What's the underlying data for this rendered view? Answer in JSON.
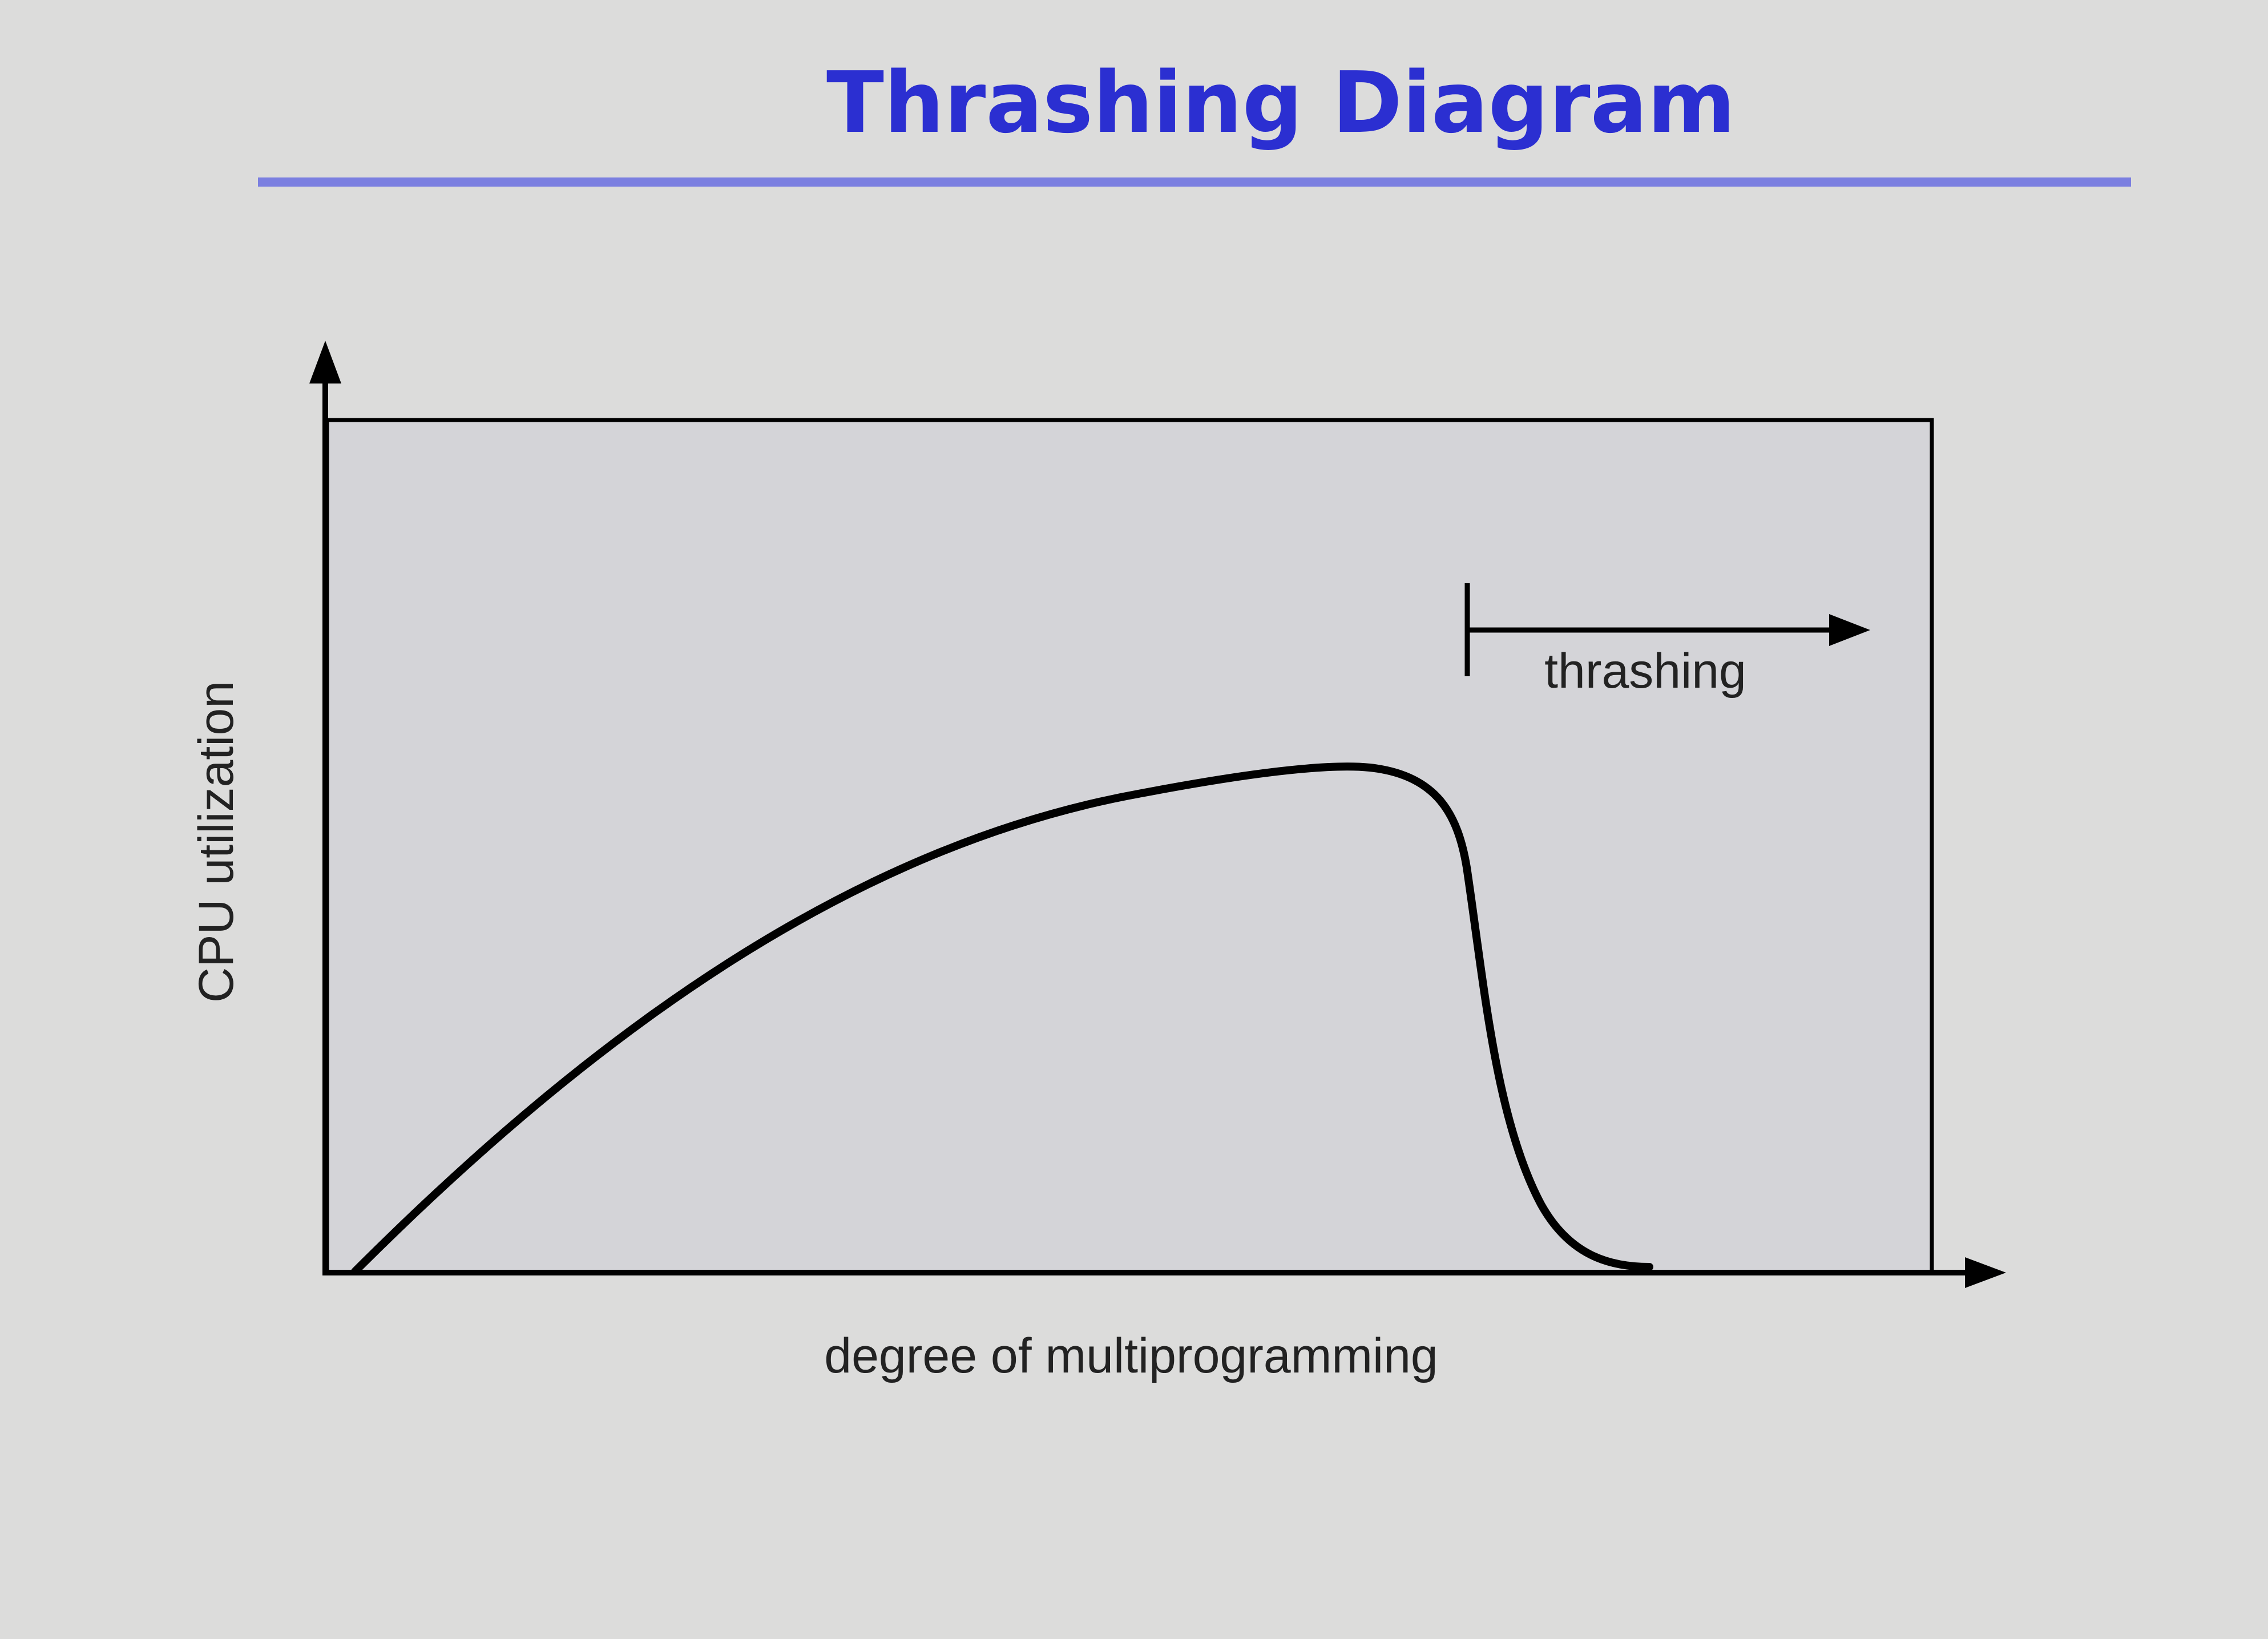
{
  "slide": {
    "title": "Thrashing Diagram",
    "title_color": "#2b2fd1",
    "rule_color": "#7b7fe0"
  },
  "diagram": {
    "x_axis_label": "degree of multiprogramming",
    "y_axis_label": "CPU utilization",
    "region_label": "thrashing",
    "plot_fill": "#d4d4d8",
    "line_color": "#000000"
  }
}
